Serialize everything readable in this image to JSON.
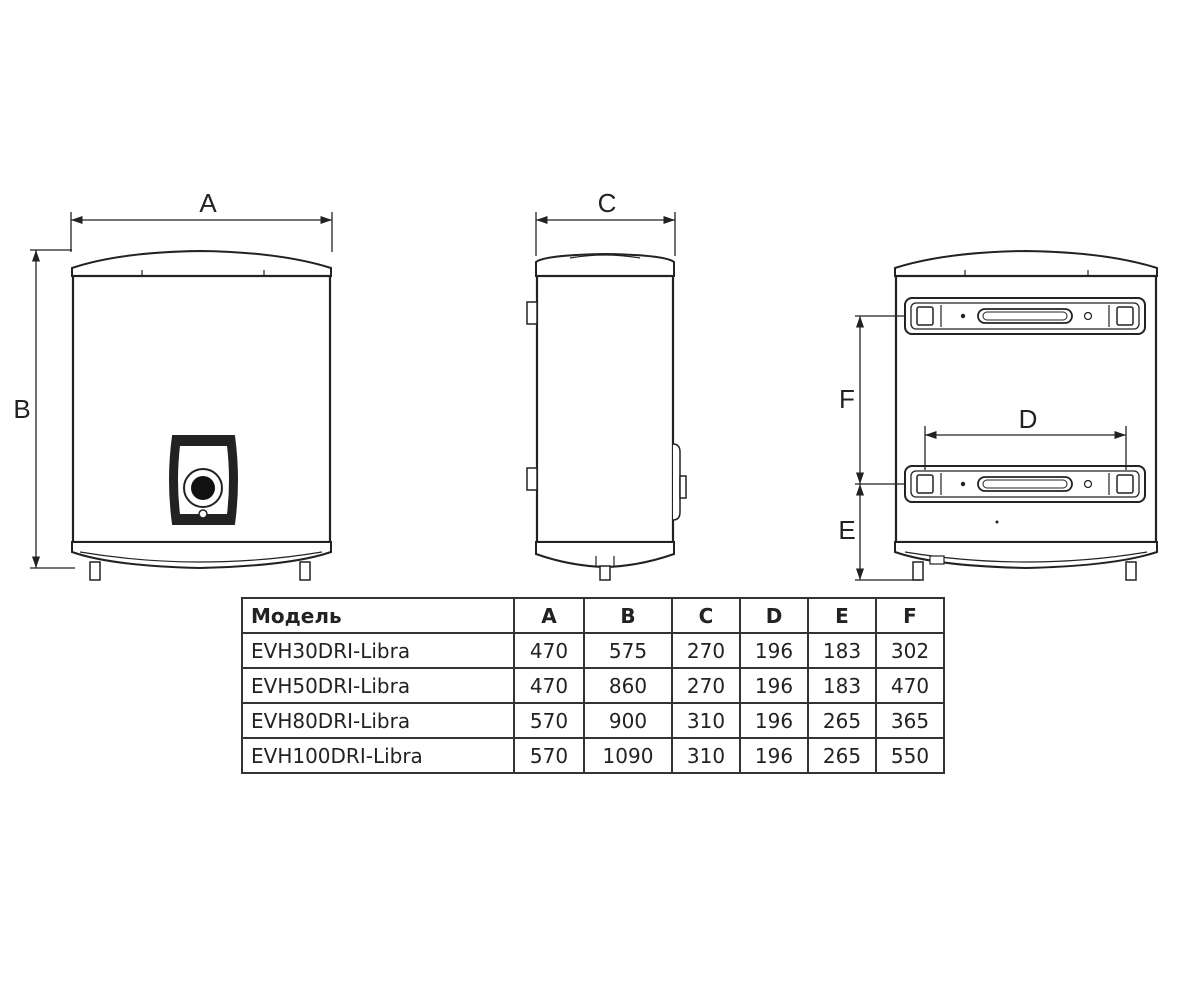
{
  "labels": {
    "A": "A",
    "B": "B",
    "C": "C",
    "D": "D",
    "E": "E",
    "F": "F"
  },
  "table": {
    "headers": [
      "Модель",
      "A",
      "B",
      "C",
      "D",
      "E",
      "F"
    ],
    "rows": [
      [
        "EVH30DRI-Libra",
        "470",
        "575",
        "270",
        "196",
        "183",
        "302"
      ],
      [
        "EVH50DRI-Libra",
        "470",
        "860",
        "270",
        "196",
        "183",
        "470"
      ],
      [
        "EVH80DRI-Libra",
        "570",
        "900",
        "310",
        "196",
        "265",
        "365"
      ],
      [
        "EVH100DRI-Libra",
        "570",
        "1090",
        "310",
        "196",
        "265",
        "550"
      ]
    ]
  }
}
